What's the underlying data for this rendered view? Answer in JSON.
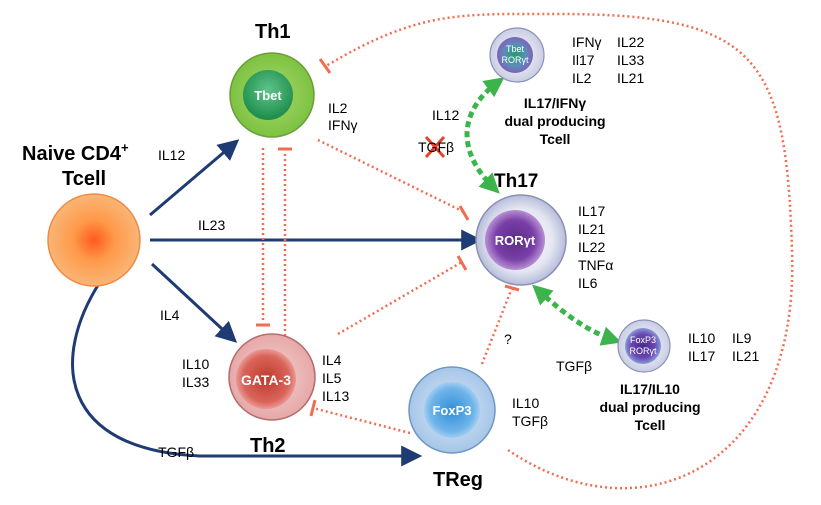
{
  "cells": {
    "naive": {
      "title_line1": "Naive CD4",
      "title_sup": "+",
      "title_line2": "Tcell"
    },
    "th1": {
      "title": "Th1",
      "marker": "Tbet",
      "cytokines": [
        "IL2",
        "IFNγ"
      ]
    },
    "th2": {
      "title": "Th2",
      "marker": "GATA-3",
      "cytokines_right": [
        "IL4",
        "IL5",
        "IL13"
      ],
      "cytokines_left": [
        "IL10",
        "IL33"
      ]
    },
    "th17": {
      "title": "Th17",
      "marker": "RORγt",
      "cytokines": [
        "IL17",
        "IL21",
        "IL22",
        "TNFα",
        "IL6"
      ]
    },
    "treg": {
      "title": "TReg",
      "marker": "FoxP3",
      "cytokines": [
        "IL10",
        "TGFβ"
      ]
    },
    "dual_ifn": {
      "markers": [
        "Tbet",
        "RORγt"
      ],
      "cytokines": [
        [
          "IFNγ",
          "IL22"
        ],
        [
          "Il17",
          "IL33"
        ],
        [
          "IL2",
          "IL21"
        ]
      ],
      "label": [
        "IL17/IFNγ",
        "dual producing",
        "Tcell"
      ]
    },
    "dual_il10": {
      "markers": [
        "FoxP3",
        "RORγt"
      ],
      "cytokines": [
        [
          "IL10",
          "IL9"
        ],
        [
          "IL17",
          "IL21"
        ]
      ],
      "label": [
        "IL17/IL10",
        "dual producing",
        "Tcell"
      ]
    }
  },
  "arrow_labels": {
    "il12": "IL12",
    "il23": "IL23",
    "il4": "IL4",
    "tgfb_treg": "TGFβ",
    "il12_dual": "IL12",
    "tgfb_blocked": "TGFβ",
    "tgfb_dual_il10": "TGFβ",
    "question": "?"
  },
  "colors": {
    "activation_arrow": "#1f3b73",
    "inhibition_arrow": "#f26d4f",
    "plasticity_arrow": "#3cb44b",
    "blocked_x": "#e8412c"
  }
}
